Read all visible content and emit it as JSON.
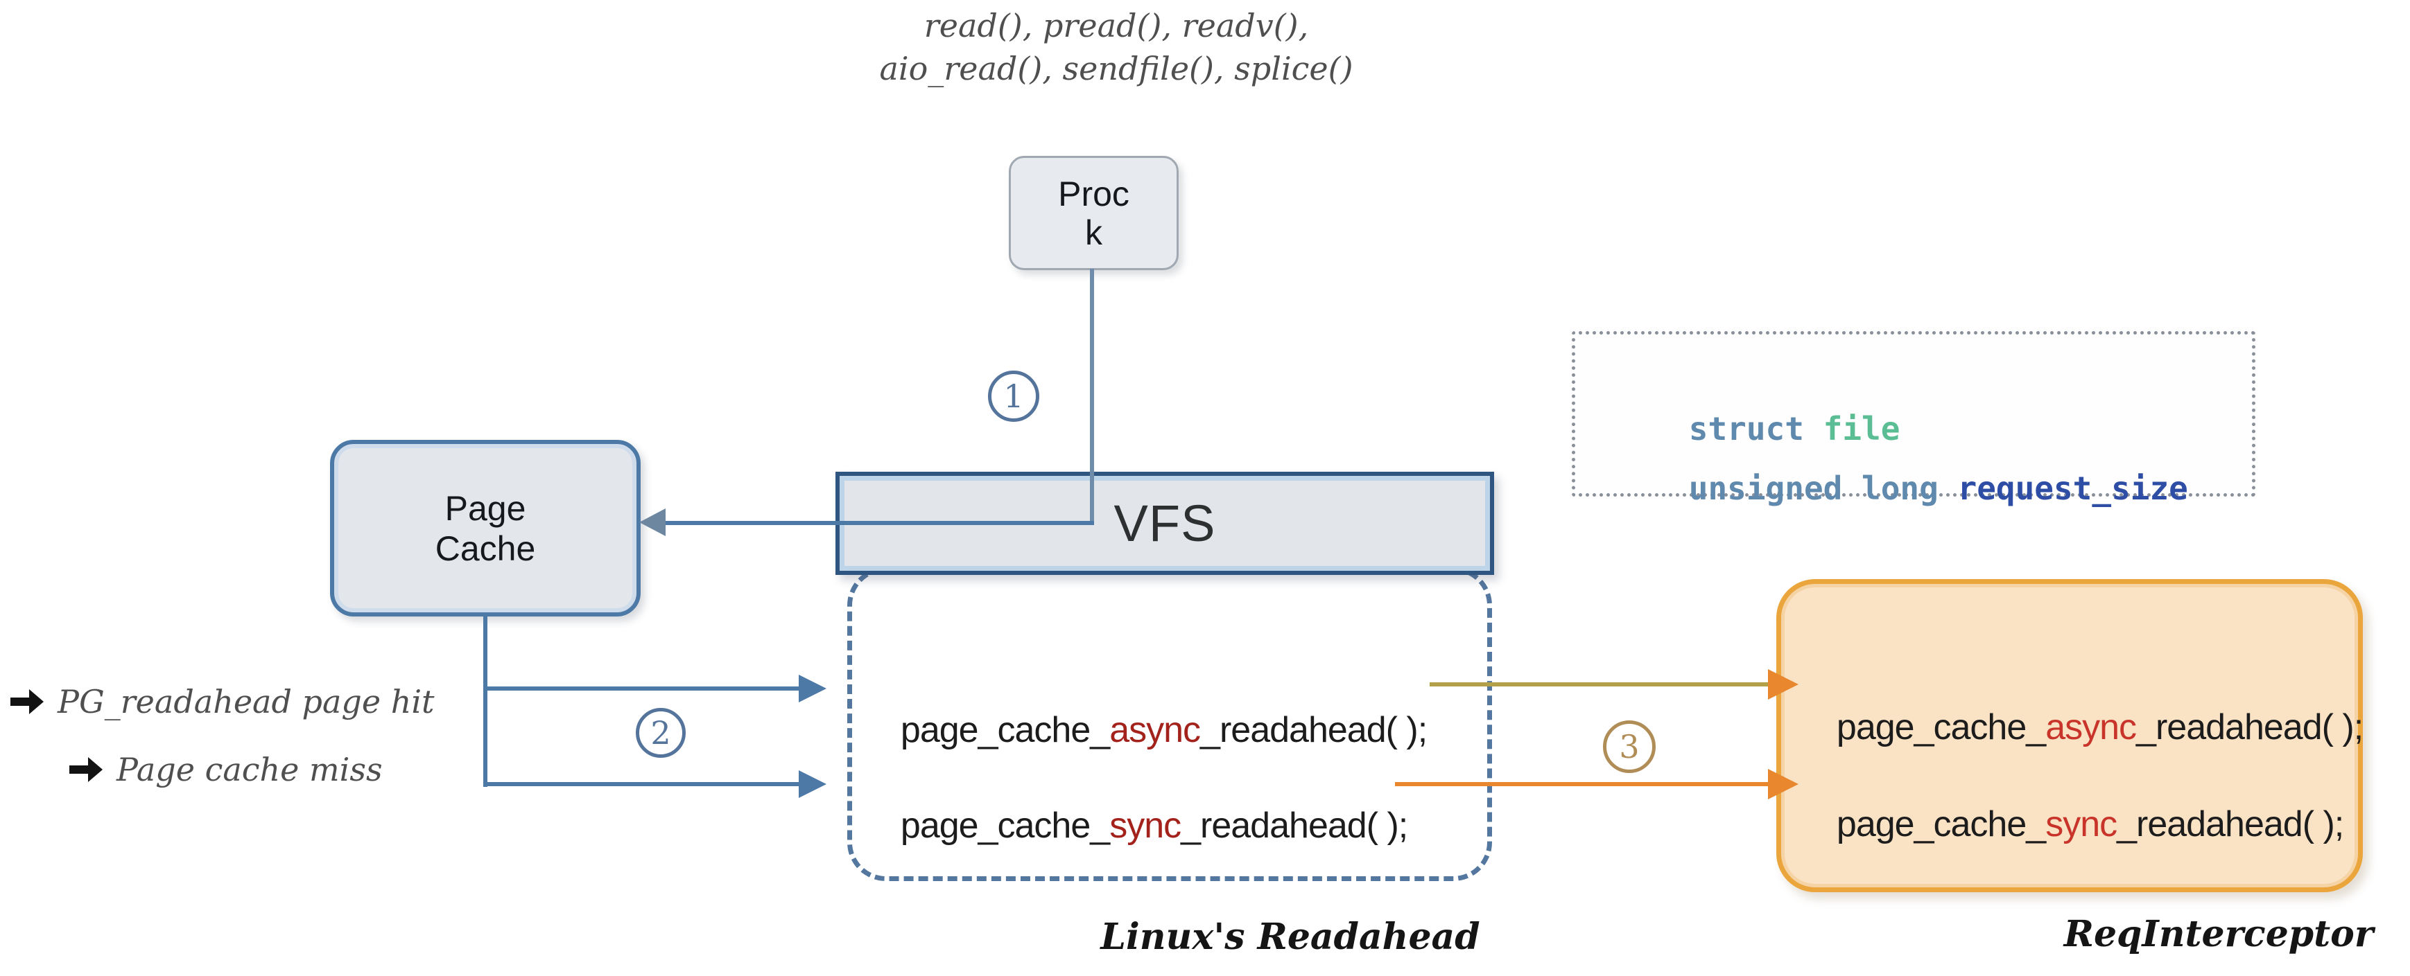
{
  "syscalls": {
    "line1": "read(), pread(), readv(),",
    "line2": "aio_read(), sendfile(), splice()"
  },
  "proc_box": {
    "line1": "Proc",
    "line2": "k"
  },
  "vfs_box": {
    "label": "VFS"
  },
  "page_cache_box": {
    "line1": "Page",
    "line2": "Cache"
  },
  "steps": {
    "one": "1",
    "two": "2",
    "three": "3"
  },
  "side_notes": {
    "note1": "PG_readahead page hit",
    "note2": "Page cache miss"
  },
  "readahead_box": {
    "caption": "Linux's Readahead",
    "functions": [
      {
        "prefix": "page_cache_",
        "keyword": "async",
        "suffix": "_readahead( );"
      },
      {
        "prefix": "page_cache_",
        "keyword": "sync",
        "suffix": "_readahead( );"
      }
    ]
  },
  "interceptor_box": {
    "caption": "ReqInterceptor",
    "functions": [
      {
        "prefix": "page_cache_",
        "keyword": "async",
        "suffix": "_readahead( );"
      },
      {
        "prefix": "page_cache_",
        "keyword": "sync",
        "suffix": "_readahead( );"
      }
    ]
  },
  "code_box": {
    "line1_keyword": "struct",
    "line1_type": "file",
    "line2_keyword": "unsigned long",
    "line2_variable": "request_size"
  },
  "colors": {
    "line_blue": "#4d79a7",
    "vfs_border": "#2e5680",
    "keyword_red": "#a3231c",
    "orange": "#e8872e",
    "olive_line": "#b3a14a",
    "orange_box_border": "#eaa63c",
    "orange_box_fill": "#fae3c5",
    "step_tan": "#b08d57",
    "code_blue": "#6089ae",
    "code_green": "#5bbd93",
    "code_dark_blue": "#2e4ea6"
  }
}
